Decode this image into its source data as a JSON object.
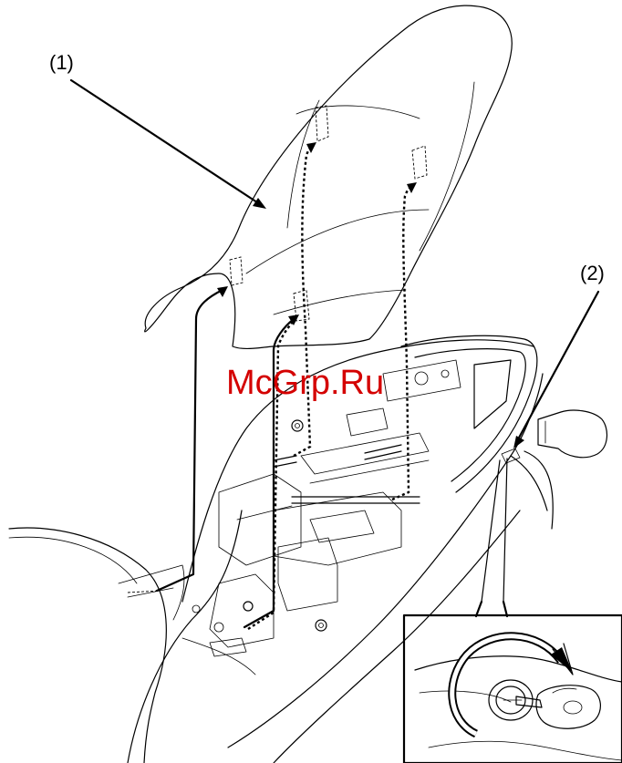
{
  "callouts": [
    {
      "id": "1",
      "label": "(1)"
    },
    {
      "id": "2",
      "label": "(2)"
    }
  ],
  "watermark": "McGrp.Ru",
  "icons": [
    "seat-icon",
    "motorcycle-rear-icon",
    "key-icon",
    "rotate-arrow-icon"
  ],
  "colors": {
    "line": "#000000",
    "watermark": "#d40000",
    "background": "#ffffff"
  }
}
